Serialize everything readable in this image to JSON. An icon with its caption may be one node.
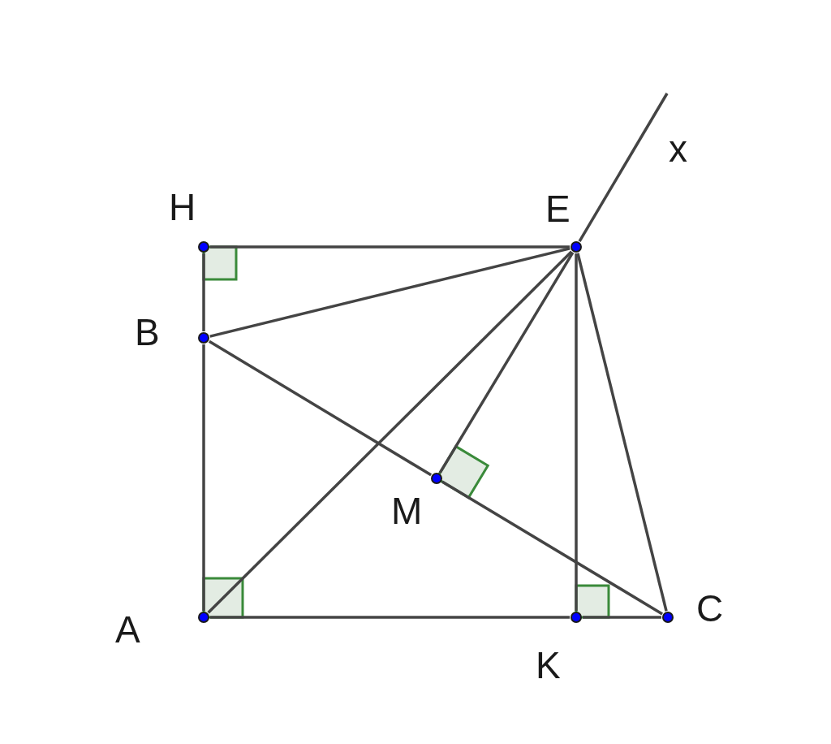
{
  "diagram": {
    "nodes": [
      {
        "text": [],
        "shape": "circle",
        "beside": [
          "H"
        ]
      },
      {
        "text": [],
        "shape": "circle",
        "beside": [
          "E"
        ]
      },
      {
        "text": [],
        "shape": "circle",
        "beside": [
          "B"
        ]
      },
      {
        "text": [],
        "shape": "circle",
        "beside": [
          "M"
        ]
      },
      {
        "text": [],
        "shape": "circle",
        "beside": [
          "A"
        ]
      },
      {
        "text": [],
        "shape": "circle",
        "beside": [
          "K"
        ]
      },
      {
        "text": [],
        "shape": "circle",
        "beside": [
          "C"
        ]
      }
    ],
    "edges": [
      {
        "from": 0,
        "to": 1,
        "arrow": "none"
      },
      {
        "from": 0,
        "to": 2,
        "arrow": "none"
      },
      {
        "from": 2,
        "to": 4,
        "arrow": "none"
      },
      {
        "from": 4,
        "to": 5,
        "arrow": "none"
      },
      {
        "from": 5,
        "to": 6,
        "arrow": "none"
      },
      {
        "from": 2,
        "to": 1,
        "arrow": "none"
      },
      {
        "from": 4,
        "to": 1,
        "arrow": "none"
      },
      {
        "from": 1,
        "to": 3,
        "arrow": "none"
      },
      {
        "from": 1,
        "to": 5,
        "arrow": "none"
      },
      {
        "from": 1,
        "to": 6,
        "arrow": "none"
      },
      {
        "from": 2,
        "to": 3,
        "arrow": "none"
      },
      {
        "from": 3,
        "to": 6,
        "arrow": "none"
      },
      {
        "from": 1,
        "to": null,
        "arrow": "none"
      }
    ],
    "labels": [
      "x"
    ]
  }
}
